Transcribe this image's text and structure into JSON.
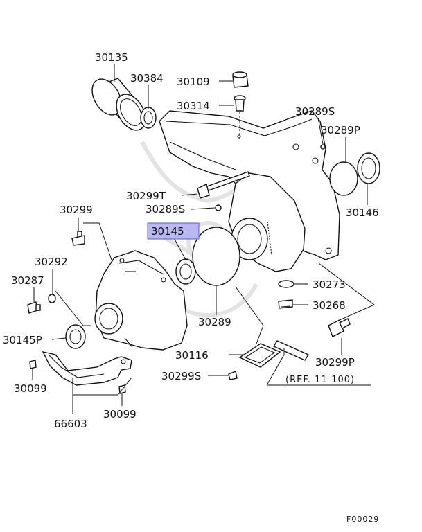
{
  "highlight_color": "#b9b9f2",
  "labels": {
    "p30135": "30135",
    "p30384": "30384",
    "p30109": "30109",
    "p30314": "30314",
    "p30289S_top": "30289S",
    "p30289P": "30289P",
    "p30146": "30146",
    "p30299T": "30299T",
    "p30289S": "30289S",
    "p30299": "30299",
    "p30145": "30145",
    "p30292": "30292",
    "p30287": "30287",
    "p30273": "30273",
    "p30268": "30268",
    "p30289": "30289",
    "p30145P": "30145P",
    "p30116": "30116",
    "p30299P": "30299P",
    "p30299S_bottom": "30299S",
    "p30099_left": "30099",
    "p30099_right": "30099",
    "p66603": "66603",
    "ref": "(REF. 11-100)",
    "figure_id": "F00029"
  }
}
